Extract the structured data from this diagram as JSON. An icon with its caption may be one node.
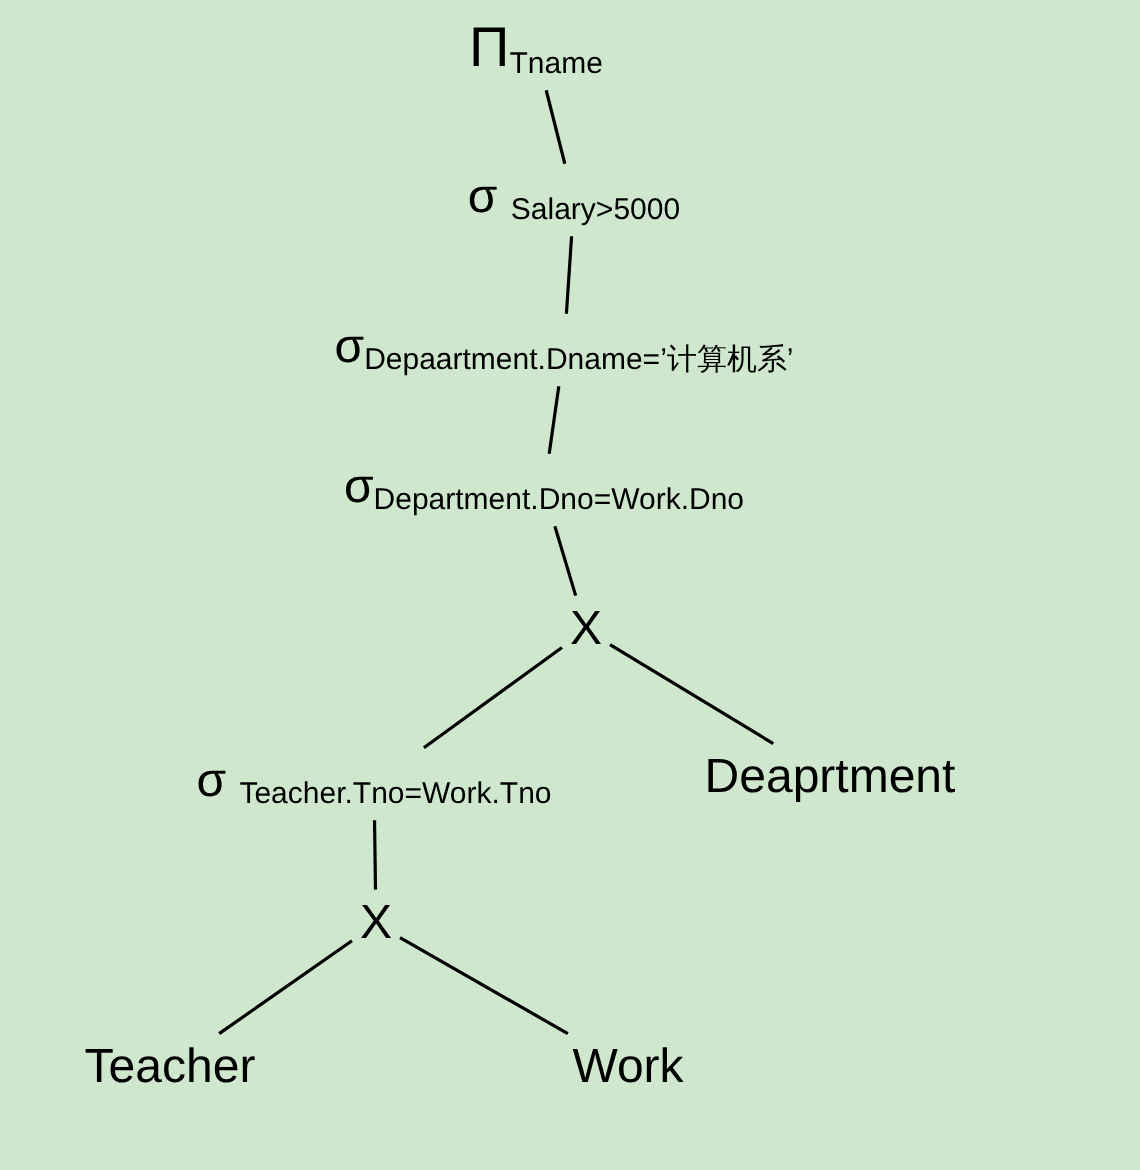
{
  "diagram": {
    "nodes": [
      {
        "text": [
          "Π$_{Tname}$"
        ]
      },
      {
        "text": [
          "σ $_{Salary>5000}$"
        ]
      },
      {
        "text": [
          "σ$_{Depaartment.Dname=’计算机系’}$"
        ]
      },
      {
        "text": [
          "σ$_{Department.Dno=Work.Dno}$"
        ]
      },
      {
        "text": [
          "X"
        ]
      },
      {
        "text": [
          "σ $_{Teacher.Tno=Work.Tno}$"
        ]
      },
      {
        "text": [
          "Deaprtment"
        ]
      },
      {
        "text": [
          "X"
        ]
      },
      {
        "text": [
          "Teacher"
        ]
      },
      {
        "text": [
          "Work"
        ]
      }
    ],
    "edges": [
      {
        "from": 0,
        "to": 1,
        "arrow": "none"
      },
      {
        "from": 1,
        "to": 2,
        "arrow": "none"
      },
      {
        "from": 2,
        "to": 3,
        "arrow": "none"
      },
      {
        "from": 3,
        "to": 4,
        "arrow": "none"
      },
      {
        "from": 4,
        "to": 5,
        "arrow": "none"
      },
      {
        "from": 4,
        "to": 6,
        "arrow": "none"
      },
      {
        "from": 5,
        "to": 7,
        "arrow": "none"
      },
      {
        "from": 7,
        "to": 8,
        "arrow": "none"
      },
      {
        "from": 7,
        "to": 9,
        "arrow": "none"
      }
    ]
  }
}
